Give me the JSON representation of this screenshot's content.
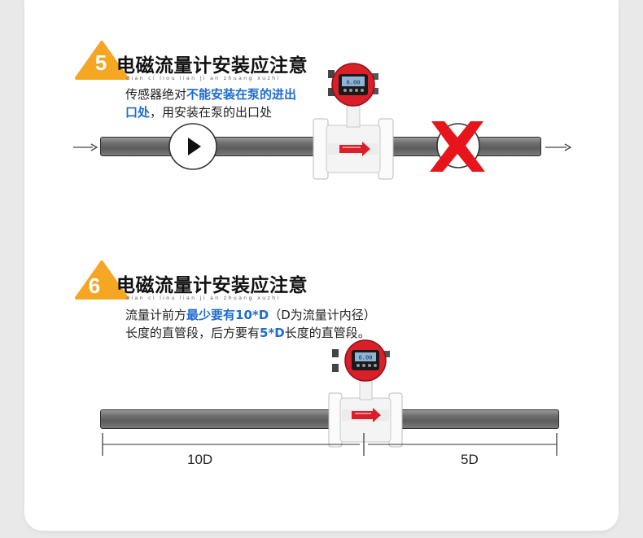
{
  "section5": {
    "number": "5",
    "title": "电磁流量计安装应注意",
    "pinyin": "dian ci liou lian ji an zhuang xuzhi",
    "line1_plain": "传感器绝对",
    "line1_highlight": "不能安装在泵的进出",
    "line2_highlight": "口处",
    "line2_plain": "，用安装在泵的出口处",
    "meter_display": "6.00"
  },
  "section6": {
    "number": "6",
    "title": "电磁流量计安装应注意",
    "pinyin": "dian ci liou lian ji an zhuang xuzhi",
    "line1_plain": "流量计前方",
    "line1_highlight": "最少要有10*D",
    "line1_paren": "（D为流量计内径）",
    "line2_plain_a": "长度的直管段，后方要有",
    "line2_highlight": "5*D",
    "line2_plain_b": "长度的直管段。",
    "meter_display": "6.00",
    "upstream_label": "10D",
    "downstream_label": "5D"
  },
  "colors": {
    "badge": "#f5a623",
    "highlight": "#1f6cd1",
    "cross": "#e8141c",
    "meter_red": "#d9202a"
  }
}
